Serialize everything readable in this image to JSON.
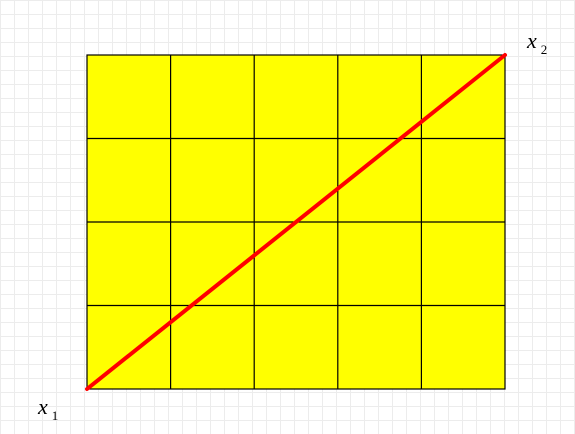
{
  "diagram": {
    "grid": {
      "rows": 4,
      "cols": 5
    },
    "colors": {
      "fill": "#ffff00",
      "grid_line": "#000000",
      "diagonal": "#ff0000",
      "background_grid": "#ececec"
    },
    "labels": {
      "start": {
        "var": "x",
        "sub": "1"
      },
      "end": {
        "var": "x",
        "sub": "2"
      }
    }
  }
}
